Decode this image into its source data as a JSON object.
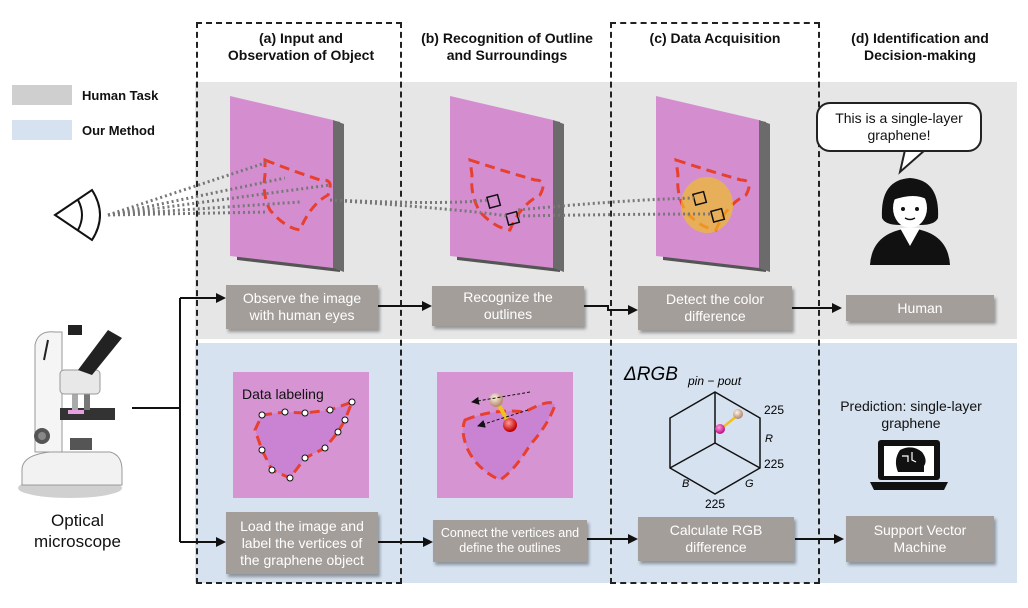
{
  "legend": {
    "human_task": "Human Task",
    "our_method": "Our Method",
    "human_color": "#cfcfcf",
    "method_color": "#d6e2f0"
  },
  "columns": [
    {
      "title_line1": "(a) Input and",
      "title_line2": "Observation of Object"
    },
    {
      "title_line1": "(b) Recognition of Outline",
      "title_line2": "and Surroundings"
    },
    {
      "title_line1": "(c) Data Acquisition",
      "title_line2": ""
    },
    {
      "title_line1": "(d) Identification and",
      "title_line2": "Decision-making"
    }
  ],
  "human_row": {
    "steps": [
      "Observe the image with human eyes",
      "Recognize the outlines",
      "Detect the color difference",
      "Human"
    ],
    "speech": "This is a single-layer graphene!"
  },
  "method_row": {
    "steps": [
      "Load the image and label the vertices of the graphene object",
      "Connect the vertices and define the outlines",
      "Calculate RGB difference",
      "Support Vector Machine"
    ],
    "data_labeling": "Data labeling",
    "prediction": "Prediction: single-layer graphene",
    "delta_rgb": "ΔRGB",
    "delta_sub": "pin − pout",
    "cube_labels": {
      "top": "225",
      "r": "R",
      "right": "225",
      "g": "G",
      "bottom": "225",
      "b": "B"
    }
  },
  "microscope": {
    "line1": "Optical",
    "line2": "microscope"
  },
  "colors": {
    "flake_red": "#e8402e",
    "substrate": "#d48ed0",
    "box_gray": "#a39e9a"
  }
}
